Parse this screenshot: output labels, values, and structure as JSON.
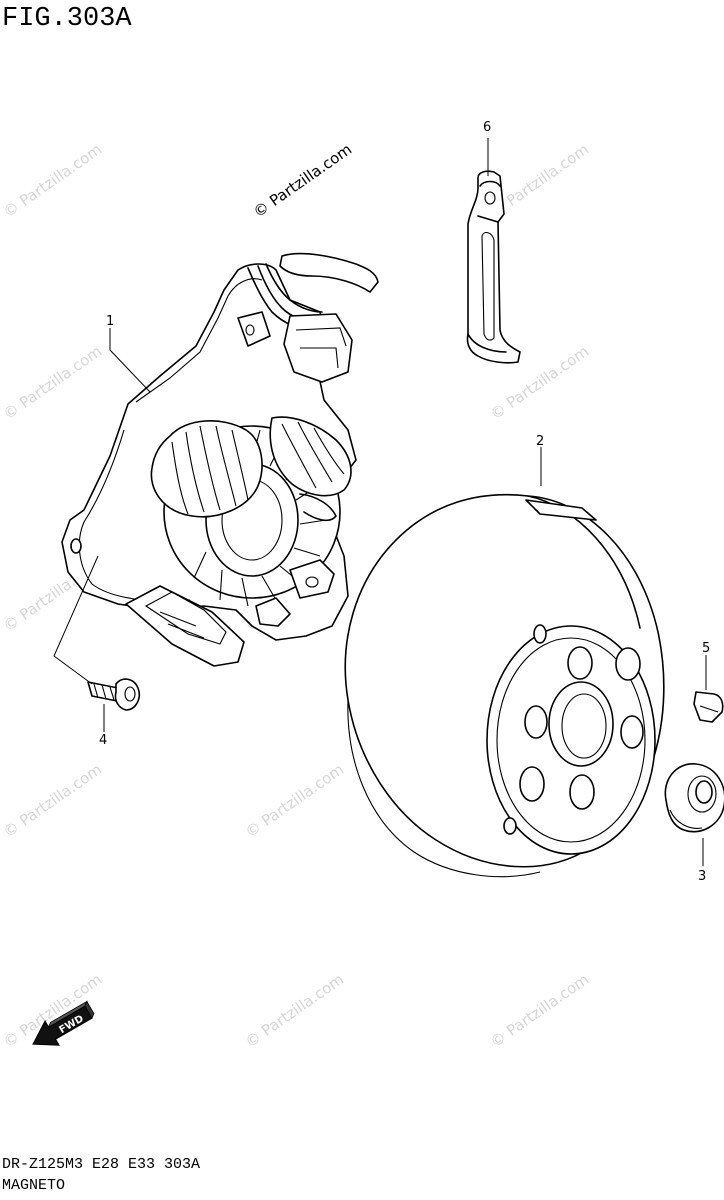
{
  "figure": {
    "title": "FIG.303A"
  },
  "copyright": "© Partzilla.com",
  "watermark": {
    "text": "© Partzilla.com"
  },
  "callouts": [
    {
      "number": "1",
      "part": "stator"
    },
    {
      "number": "2",
      "part": "flywheel-rotor"
    },
    {
      "number": "3",
      "part": "nut"
    },
    {
      "number": "4",
      "part": "bolt"
    },
    {
      "number": "5",
      "part": "key"
    },
    {
      "number": "6",
      "part": "clamp"
    }
  ],
  "fwd_label": "FWD",
  "footer": {
    "model_line": "DR-Z125M3  E28  E33  303A",
    "section_name": "MAGNETO"
  }
}
